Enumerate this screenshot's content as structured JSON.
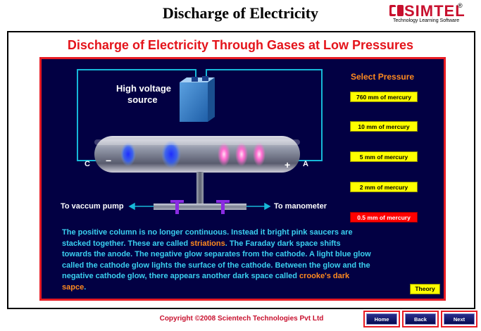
{
  "header": {
    "title": "Discharge of Electricity",
    "logo_text": "SIMTEL",
    "logo_reg": "®",
    "logo_sub": "Technology Learning Software"
  },
  "sim": {
    "title": "Discharge of Electricity Through Gases at Low Pressures",
    "source_label_1": "High voltage",
    "source_label_2": "source",
    "cathode_label": "C",
    "anode_label": "A",
    "minus": "−",
    "plus": "+",
    "pump_label": "To vaccum pump",
    "manometer_label": "To manometer",
    "select_title": "Select Pressure",
    "pressures": [
      {
        "label": "760 mm of mercury",
        "selected": false
      },
      {
        "label": "10 mm of mercury",
        "selected": false
      },
      {
        "label": "5 mm of mercury",
        "selected": false
      },
      {
        "label": "2 mm of mercury",
        "selected": false
      },
      {
        "label": "0.5 mm of mercury",
        "selected": true
      }
    ],
    "description": {
      "p1": "The positive column is no longer continuous. Instead it bright pink saucers are stacked together. These are called ",
      "h1": "striations",
      "p2": ". The Faraday dark space shifts towards the anode. The negative glow separates from the cathode. A light blue glow called the cathode glow lights the surface of the cathode. Between the glow and the negative cathode glow, there appears another dark space called ",
      "h2": "crooke's dark sapce",
      "p3": "."
    },
    "theory_label": "Theory"
  },
  "footer": {
    "copyright": "Copyright ©2008 Scientech Technologies Pvt Ltd",
    "home_label": "Home",
    "back_label": "Back",
    "next_label": "Next"
  },
  "colors": {
    "panel_bg": "#020043",
    "title_red": "#e4141b",
    "wire": "#16b8d8",
    "text_cyan": "#3ad0f0",
    "highlight_orange": "#ff8a1f",
    "button_yellow": "#ffff00",
    "selected_red": "#ff0000",
    "glow_blue": "#1a3cff",
    "glow_pink": "#ff66cc",
    "valve_purple": "#8a2be2"
  }
}
